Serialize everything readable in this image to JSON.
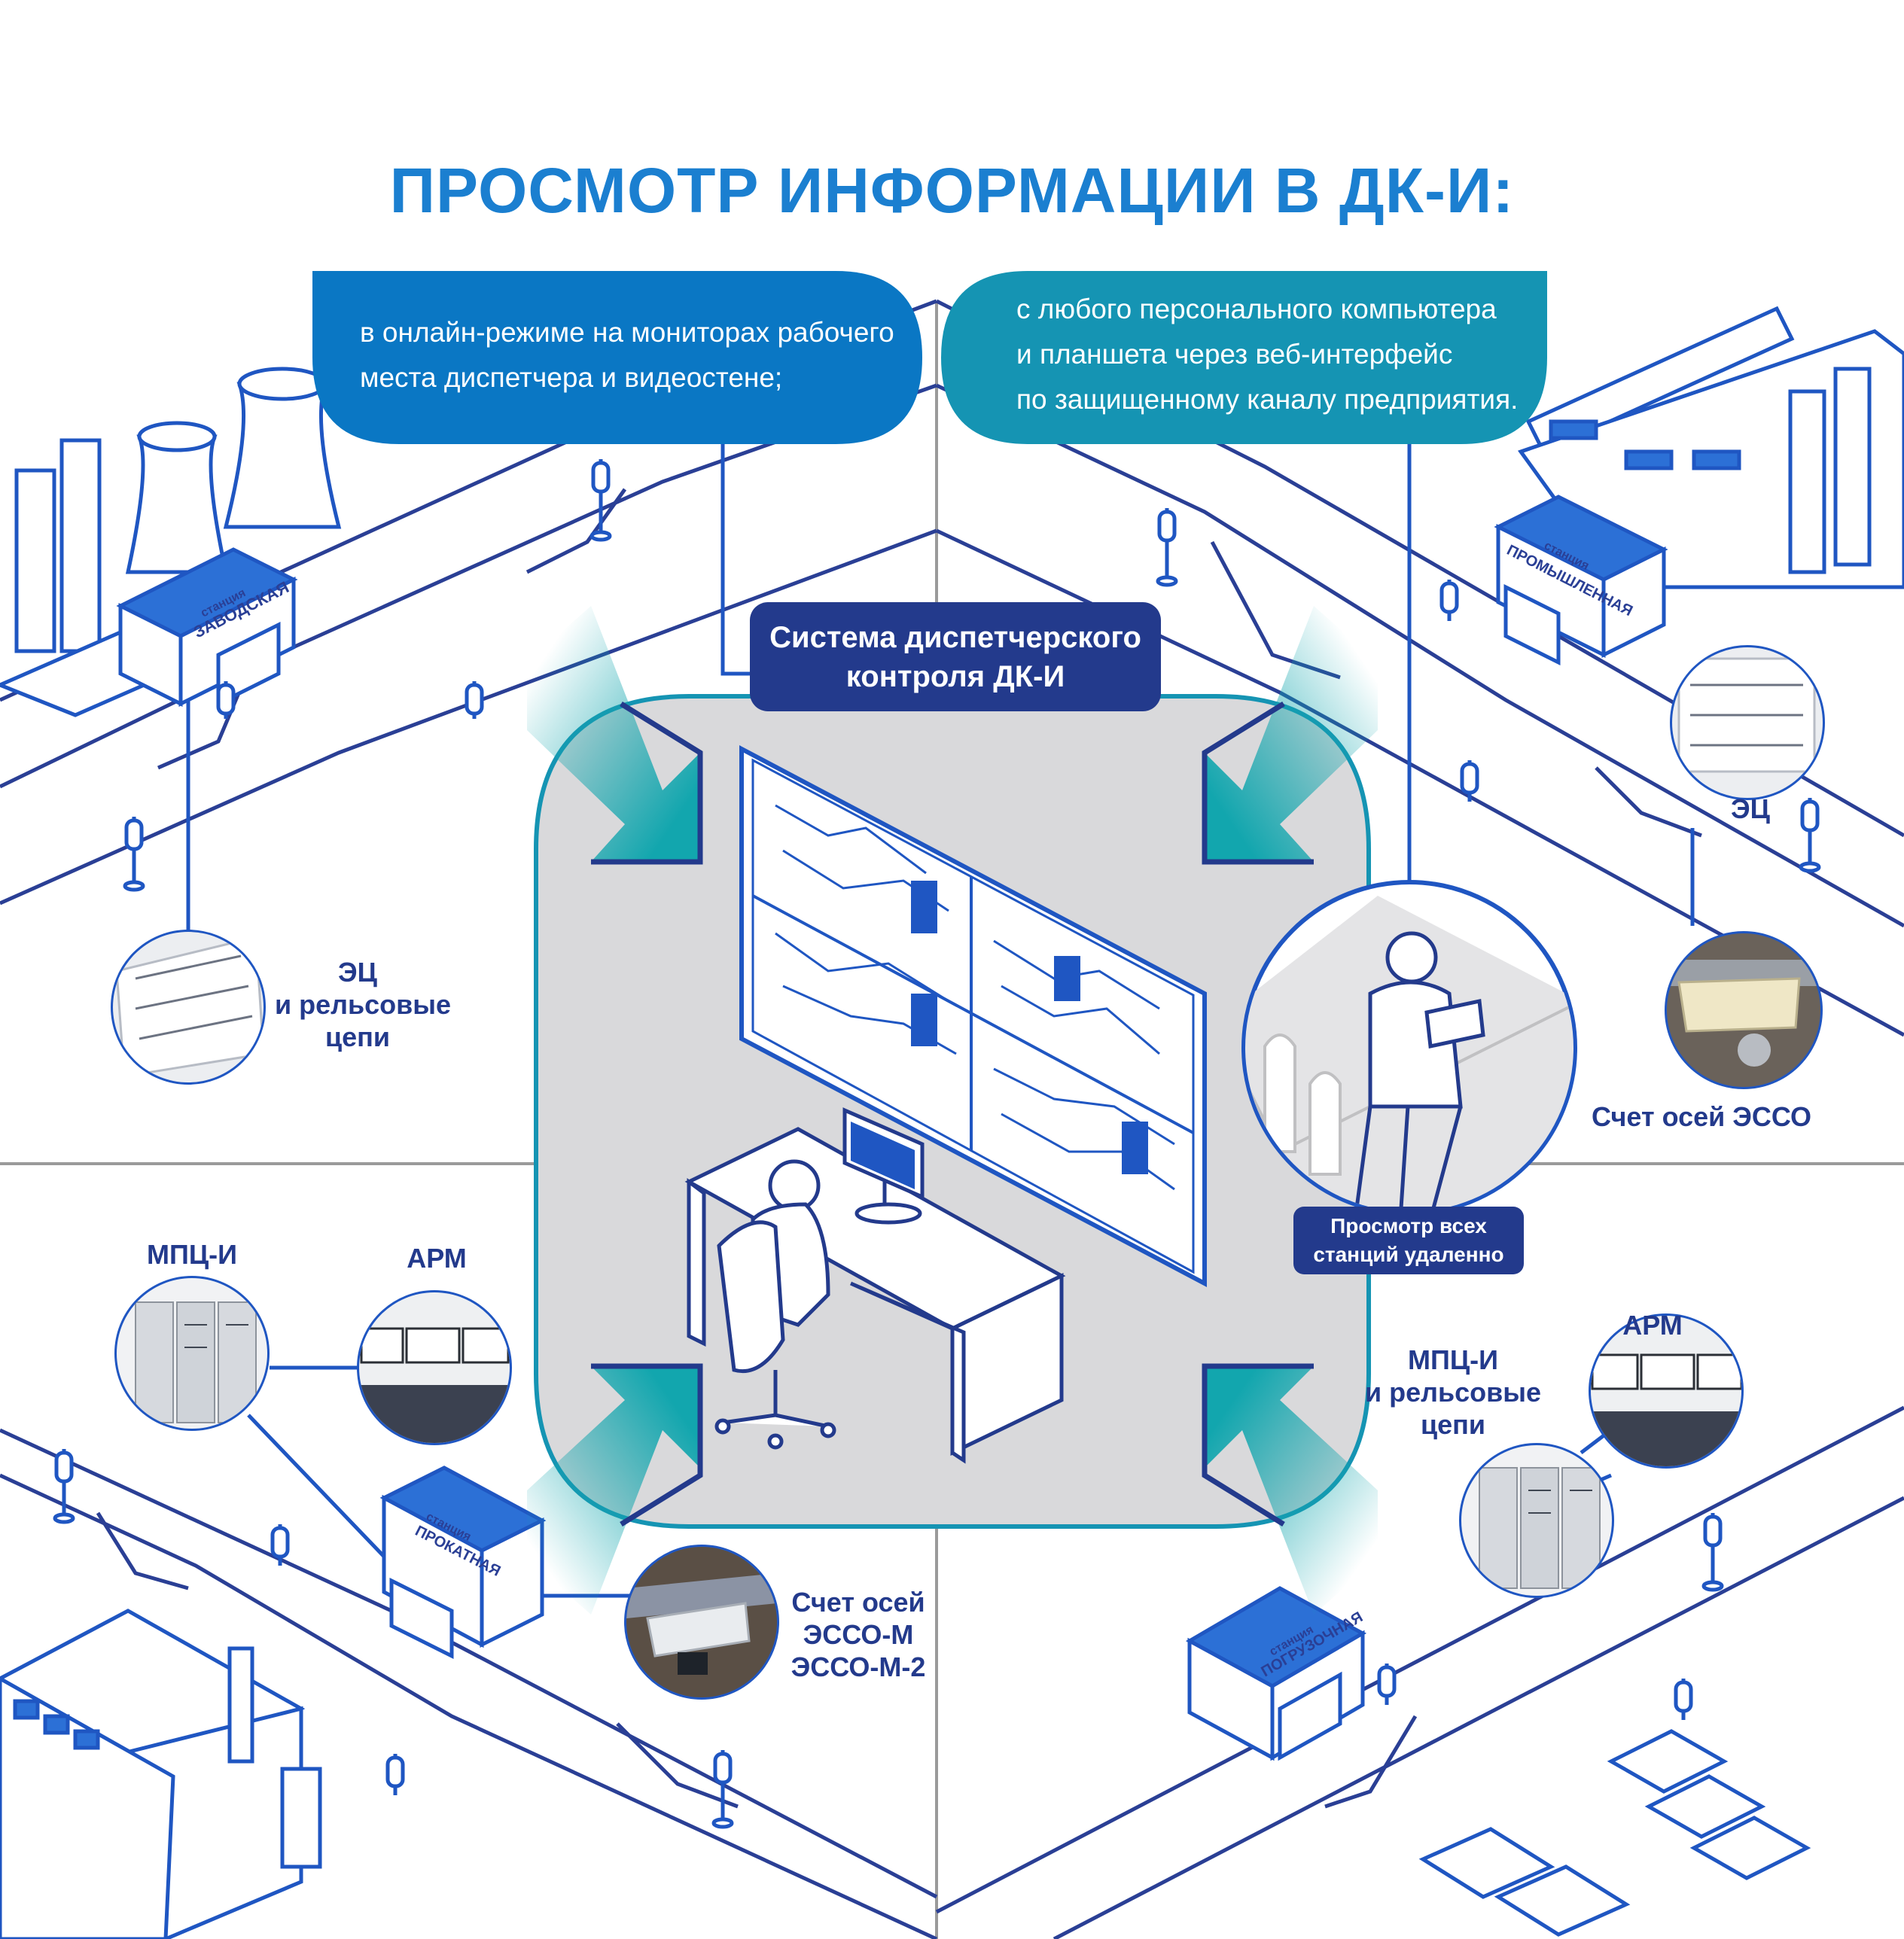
{
  "title": "ПРОСМОТР ИНФОРМАЦИИ В ДК-И:",
  "callouts": {
    "left": [
      "в онлайн-режиме на мониторах рабочего",
      "места диспетчера и видеостене;"
    ],
    "right": [
      "с любого персонального компьютера",
      "и планшета через веб-интерфейс",
      "по защищенному каналу предприятия."
    ]
  },
  "system": {
    "lines": [
      "Система диспетчерского",
      "контроля ДК-И"
    ]
  },
  "remote": {
    "lines": [
      "Просмотр всех",
      "станций удаленно"
    ]
  },
  "stations": {
    "zavodskaya": {
      "prefix": "станция",
      "name": "ЗАВОДСКАЯ"
    },
    "promyshlennaya": {
      "prefix": "станция",
      "name": "ПРОМЫШЛЕННАЯ"
    },
    "prokatnaya": {
      "prefix": "станция",
      "name": "ПРОКАТНАЯ"
    },
    "pogruzochnaya": {
      "prefix": "станция",
      "name": "ПОГРУЗОЧНАЯ"
    }
  },
  "labels": {
    "ec_rail": [
      "ЭЦ",
      "и рельсовые",
      "цепи"
    ],
    "ec": "ЭЦ",
    "esso": "Счет осей ЭССО",
    "mpc": "МПЦ-И",
    "arm_left": "АРМ",
    "esso_m": [
      "Счет осей",
      "ЭССО-М",
      "ЭССО-М-2"
    ],
    "arm_right": "АРМ",
    "mpc_rail": [
      "МПЦ-И",
      "и рельсовые",
      "цепи"
    ]
  },
  "colors": {
    "title": "#1b7fd0",
    "navy": "#233a8c",
    "line_blue": "#1f56c2",
    "callout_left": "#0a77c4",
    "callout_right": "#1594b3",
    "center_bg": "#d9d9db",
    "teal": "#12a6ae"
  }
}
